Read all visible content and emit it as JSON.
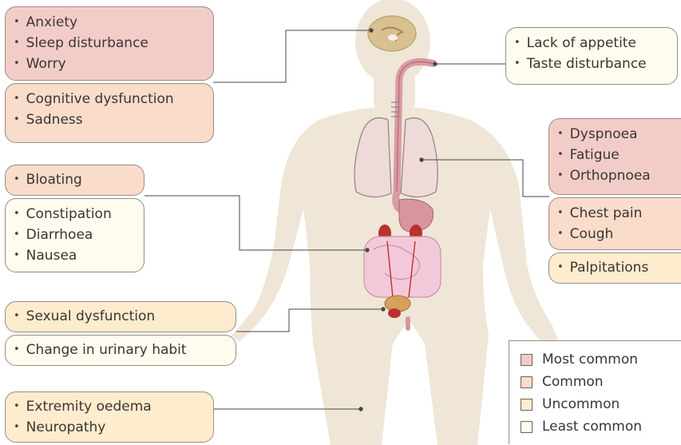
{
  "boxes": {
    "brain_most": [
      "Anxiety",
      "Sleep disturbance",
      "Worry"
    ],
    "brain_common": [
      "Cognitive dysfunction",
      "Sadness"
    ],
    "gi_common": [
      "Bloating"
    ],
    "gi_least": [
      "Constipation",
      "Diarrhoea",
      "Nausea"
    ],
    "pelvic_uncommon": [
      "Sexual dysfunction"
    ],
    "pelvic_least": [
      "Change in urinary habit"
    ],
    "limb_uncommon": [
      "Extremity oedema",
      "Neuropathy"
    ],
    "mouth_least": [
      "Lack of appetite",
      "Taste disturbance"
    ],
    "lung_most": [
      "Dyspnoea",
      "Fatigue",
      "Orthopnoea"
    ],
    "chest_common": [
      "Chest pain",
      "Cough"
    ],
    "heart_uncommon": [
      "Palpitations"
    ]
  },
  "legend": [
    {
      "label": "Most common",
      "color": "#f2cdc8"
    },
    {
      "label": "Common",
      "color": "#fadccb"
    },
    {
      "label": "Uncommon",
      "color": "#fdeccd"
    },
    {
      "label": "Least common",
      "color": "#fefcee"
    }
  ]
}
